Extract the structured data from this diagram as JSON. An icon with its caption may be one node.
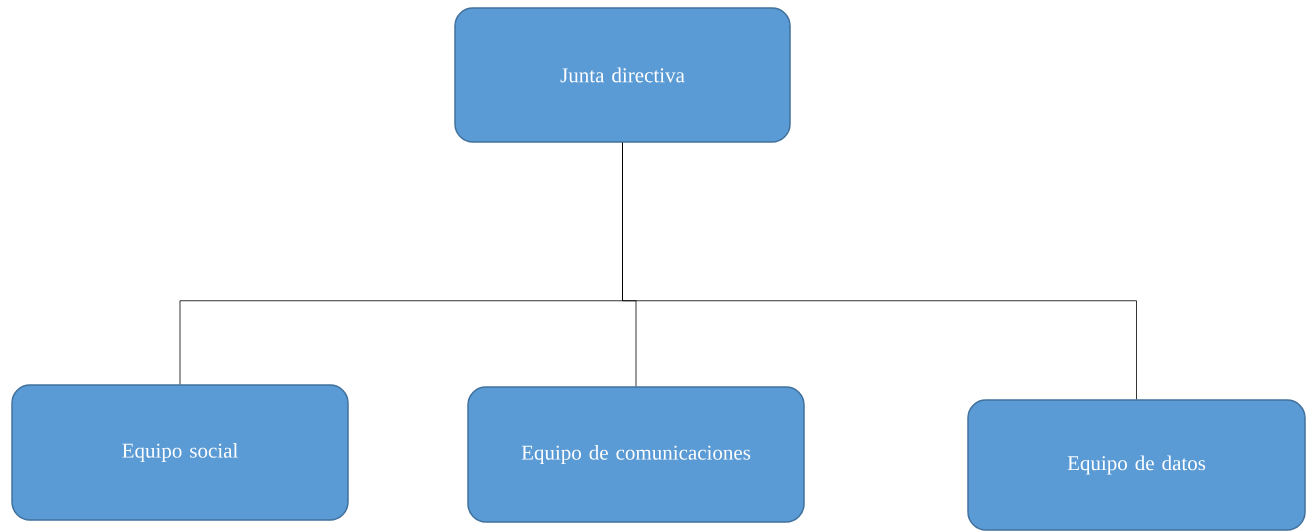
{
  "diagram": {
    "nodes": [
      {
        "text": [
          "Junta directiva"
        ]
      },
      {
        "text": [
          "Equipo social"
        ]
      },
      {
        "text": [
          "Equipo de comunicaciones"
        ]
      },
      {
        "text": [
          "Equipo de datos"
        ]
      }
    ],
    "edges": [
      {
        "from": 0,
        "to": 1,
        "arrow": "none"
      },
      {
        "from": 0,
        "to": 2,
        "arrow": "none"
      },
      {
        "from": 0,
        "to": 3,
        "arrow": "none"
      }
    ]
  }
}
